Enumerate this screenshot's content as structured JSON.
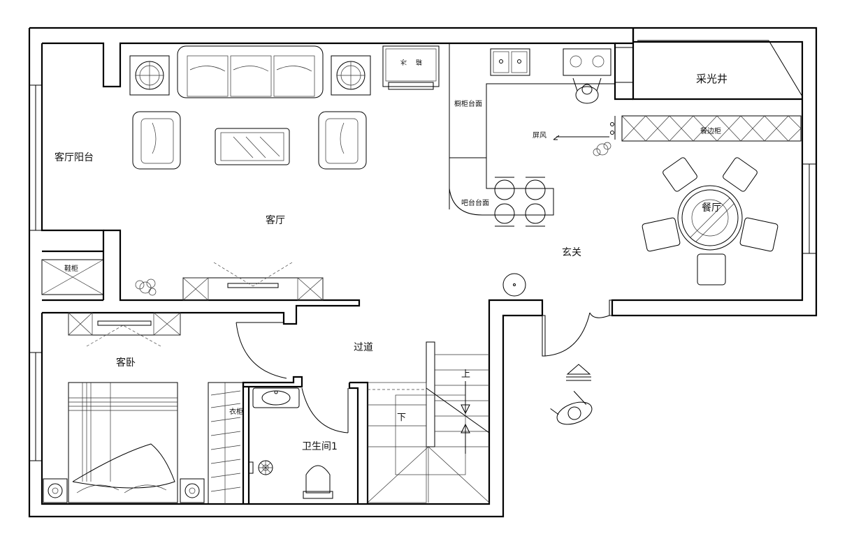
{
  "rooms": {
    "balcony": "客厅阳台",
    "living_room": "客厅",
    "skylight_well": "采光井",
    "kitchen_counter": "橱柜台面",
    "screen": "屏风",
    "sideboard": "餐边柜",
    "bar_counter": "吧台台面",
    "dining_room": "餐厅",
    "entrance": "玄关",
    "shoe_cabinet": "鞋柜",
    "corridor": "过道",
    "guest_bedroom": "客卧",
    "wardrobe": "衣柜",
    "bathroom": "卫生间1",
    "stair_up": "上",
    "stair_down": "下",
    "fridge_left": "冰",
    "fridge_right": "箱"
  }
}
